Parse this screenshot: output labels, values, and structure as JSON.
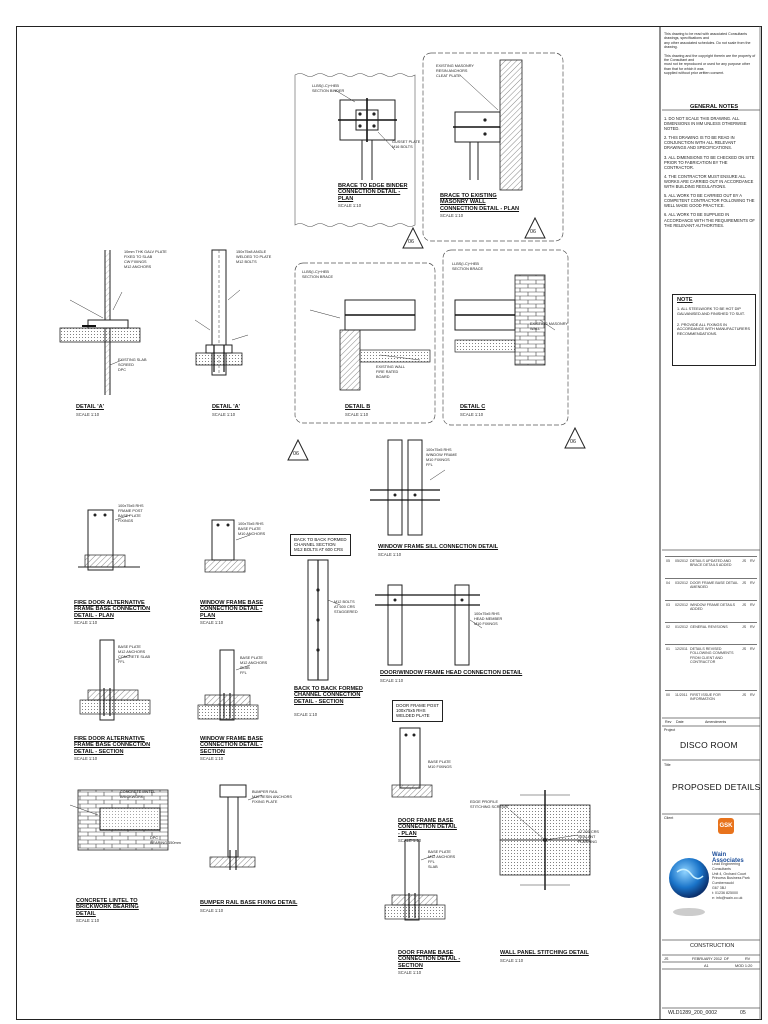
{
  "sheet": {
    "header_text": [
      "This drawing to be read with associated Consultants drawings, specifications and",
      "any other associated schedules. Do not scale from the drawing.",
      "This drawing and the copyright therein are the property of the Consultant and",
      "must not be reproduced or used for any purpose other than that for which it was",
      "supplied without prior written consent."
    ],
    "general_notes_title": "GENERAL NOTES",
    "general_notes": [
      "1. DO NOT SCALE THIS DRAWING. ALL DIMENSIONS IN MM UNLESS OTHERWISE NOTED.",
      "2. THIS DRAWING IS TO BE READ IN CONJUNCTION WITH ALL RELEVANT DRAWINGS AND SPECIFICATIONS.",
      "3. ALL DIMENSIONS TO BE CHECKED ON SITE PRIOR TO FABRICATION BY THE CONTRACTOR.",
      "4. THE CONTRACTOR MUST ENSURE ALL WORKS ARE CARRIED OUT IN ACCORDANCE WITH BUILDING REGULATIONS.",
      "5. ALL WORK TO BE CARRIED OUT BY A COMPETENT CONTRACTOR FOLLOWING THE WELL MADE GOOD PRACTICE.",
      "6. ALL WORK TO BE SUPPLIED IN ACCORDANCE WITH THE REQUIREMENTS OF THE RELEVANT AUTHORITIES."
    ],
    "note_box_title": "NOTE",
    "note_box_items": [
      "1. ALL STEELWORK TO BE HOT DIP GALVANISED AND FINISHED TO SUIT.",
      "2. PROVIDE ALL FIXINGS IN ACCORDANCE WITH MANUFACTURERS RECOMMENDATIONS."
    ],
    "revisions": [
      {
        "rev": "05",
        "date": "05/2012",
        "desc": "DETAILS UPDATED AND BRACE DETAILS ADDED",
        "by": "JS",
        "chk": "RV"
      },
      {
        "rev": "04",
        "date": "03/2012",
        "desc": "DOOR FRAME BASE DETAIL AMENDED",
        "by": "JS",
        "chk": "RV"
      },
      {
        "rev": "03",
        "date": "02/2012",
        "desc": "WINDOW FRAME DETAILS ADDED",
        "by": "JS",
        "chk": "RV"
      },
      {
        "rev": "02",
        "date": "01/2012",
        "desc": "GENERAL REVISIONS",
        "by": "JS",
        "chk": "RV"
      },
      {
        "rev": "01",
        "date": "12/2011",
        "desc": "DETAILS REVISED FOLLOWING COMMENTS FROM CLIENT AND CONTRACTOR",
        "by": "JS",
        "chk": "RV"
      },
      {
        "rev": "00",
        "date": "11/2011",
        "desc": "FIRST ISSUE FOR INFORMATION",
        "by": "JS",
        "chk": "RV"
      }
    ],
    "rev_headers": {
      "rev": "Rev",
      "date": "Date",
      "desc": "Amendments"
    },
    "project_label": "Project",
    "project_name": "DISCO ROOM",
    "title_label": "Title",
    "drawing_title": "PROPOSED DETAILS",
    "client_label": "Client",
    "brand_badge": "GSK",
    "consultant_name": "Wain Associates",
    "consultant_lines": [
      "Lead Engineering Consultants",
      "Unit 4, Orchard Court",
      "Princess Business Park",
      "Cumbernauld",
      "G67 3BJ",
      "t: 01236 825000",
      "e: info@wain.co.uk"
    ],
    "status": "CONSTRUCTION",
    "meta_row_1": [
      "JS",
      "FEBRUARY 2012",
      "DF",
      "RV"
    ],
    "meta_row_2": [
      "",
      "A1",
      "",
      "MOD 1:20"
    ],
    "drawing_number": "WLD1289_200_0002",
    "drawing_rev": "05",
    "sheet_border_color": "#222222"
  },
  "details": [
    {
      "title": "DETAIL 'A'",
      "scale": "SCALE 1:10"
    },
    {
      "title": "DETAIL 'A'",
      "scale": "SCALE 1:10"
    },
    {
      "title": "BRACE TO EDGE BINDER CONNECTION DETAIL - PLAN",
      "scale": "SCALE 1:10"
    },
    {
      "title": "BRACE TO EXISTING MASONRY WALL CONNECTION DETAIL - PLAN",
      "scale": "SCALE 1:10"
    },
    {
      "title": "DETAIL B",
      "scale": "SCALE 1:10"
    },
    {
      "title": "DETAIL C",
      "scale": "SCALE 1:10"
    },
    {
      "title": "WINDOW FRAME SILL CONNECTION DETAIL",
      "scale": "SCALE 1:10"
    },
    {
      "title": "FIRE DOOR ALTERNATIVE FRAME BASE CONNECTION DETAIL - PLAN",
      "scale": "SCALE 1:10"
    },
    {
      "title": "WINDOW FRAME BASE CONNECTION DETAIL - PLAN",
      "scale": "SCALE 1:10"
    },
    {
      "title": "BACK TO BACK FORMED CHANNEL CONNECTION DETAIL - SECTION",
      "scale": "SCALE 1:10"
    },
    {
      "title": "DOOR/WINDOW FRAME HEAD CONNECTION DETAIL",
      "scale": "SCALE 1:10"
    },
    {
      "title": "FIRE DOOR ALTERNATIVE FRAME BASE CONNECTION DETAIL - SECTION",
      "scale": "SCALE 1:10"
    },
    {
      "title": "WINDOW FRAME BASE CONNECTION DETAIL - SECTION",
      "scale": "SCALE 1:10"
    },
    {
      "title": "DOOR FRAME BASE CONNECTION DETAIL - PLAN",
      "scale": "SCALE 1:10"
    },
    {
      "title": "CONCRETE LINTEL TO BRICKWORK BEARING DETAIL",
      "scale": "SCALE 1:10"
    },
    {
      "title": "BUMPER RAIL BASE FIXING DETAIL",
      "scale": "SCALE 1:10"
    },
    {
      "title": "DOOR FRAME BASE CONNECTION DETAIL - SECTION",
      "scale": "SCALE 1:10"
    },
    {
      "title": "WALL PANEL STITCHING DETAIL",
      "scale": "SCALE 1:10"
    }
  ],
  "section_markers": [
    "06",
    "06",
    "06",
    "06"
  ],
  "annotations": {
    "a1": [
      "10mm THK GALV PLATE",
      "FIXED TO SLAB",
      "CW FIXINGS",
      "M12 ANCHORS"
    ],
    "a2": [
      "EXISTING SLAB",
      "SCREED",
      "DPC"
    ],
    "a3": [
      "150x75x8 ANGLE",
      "WELDED TO PLATE",
      "M12 BOLTS"
    ],
    "brace1": [
      "LLBS(I-C)+HEB",
      "SECTION BINDER",
      "GUSSET PLATE",
      "M16 BOLTS"
    ],
    "brace2": [
      "EXISTING MASONRY",
      "RESIN ANCHORS",
      "CLEAT PLATE"
    ],
    "detb": [
      "LLBS(I-C)+HEB",
      "SECTION BRACE",
      "EXISTING WALL",
      "FIRE RATED",
      "BOARD"
    ],
    "detc": [
      "LLBS(I-C)+HEB",
      "SECTION BRACE",
      "EXISTING MASONRY",
      "WALL"
    ],
    "sill": [
      "100x75x5 RHS",
      "WINDOW FRAME",
      "M10 FIXINGS",
      "FFL"
    ],
    "fd_plan": [
      "100x75x5 RHS",
      "FRAME POST",
      "BASE PLATE",
      "FIXINGS"
    ],
    "wf_plan": [
      "100x75x5 RHS",
      "BASE PLATE",
      "M10 ANCHORS"
    ],
    "b2b_box": [
      "BACK TO BACK FORMED",
      "CHANNEL SECTION",
      "M12 BOLTS AT 600 CRS"
    ],
    "b2b": [
      "M12 BOLTS",
      "AT 600 CRS",
      "STAGGERED"
    ],
    "head": [
      "100x75x5 RHS",
      "HEAD MEMBER",
      "M10 FIXINGS"
    ],
    "fd_sec": [
      "BASE PLATE",
      "M12 ANCHORS",
      "CONCRETE SLAB",
      "FFL"
    ],
    "wf_sec": [
      "BASE PLATE",
      "M12 ANCHORS",
      "SLAB",
      "FFL"
    ],
    "df_box": [
      "DOOR FRAME POST",
      "100x75x5 RHS",
      "WELDED PLATE"
    ],
    "df_plan": [
      "BASE PLATE",
      "M10 FIXINGS"
    ],
    "lintel": [
      "CONCRETE LINTEL",
      "BRICKWORK",
      "DPC",
      "BEARING 150mm"
    ],
    "bumper": [
      "BUMPER RAIL",
      "M10 RESIN ANCHORS",
      "FIXING PLATE"
    ],
    "df_sec": [
      "BASE PLATE",
      "M12 ANCHORS",
      "FFL",
      "SLAB"
    ],
    "panel": [
      "EDGE PROFILE",
      "STITCHING SCREWS",
      "AT 300 CRS",
      "SEALANT",
      "FLASHING"
    ]
  }
}
